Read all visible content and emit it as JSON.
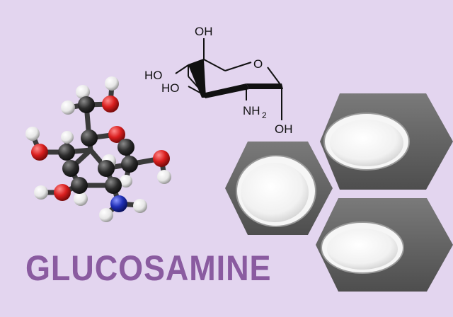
{
  "title": "GLUCOSAMINE",
  "structure_labels": {
    "oh_top": "OH",
    "ho_left_upper": "HO",
    "ring_o": "O",
    "ho_left_lower": "HO",
    "nh2": "NH",
    "nh2_sub": "2",
    "oh_bottom": "OH"
  },
  "colors": {
    "background": "#e3d5ef",
    "title": "#8a5ba0",
    "carbon": "#2b2b2b",
    "oxygen": "#d91e1e",
    "nitrogen": "#1f2fb5",
    "hydrogen": "#f2f2f2"
  }
}
